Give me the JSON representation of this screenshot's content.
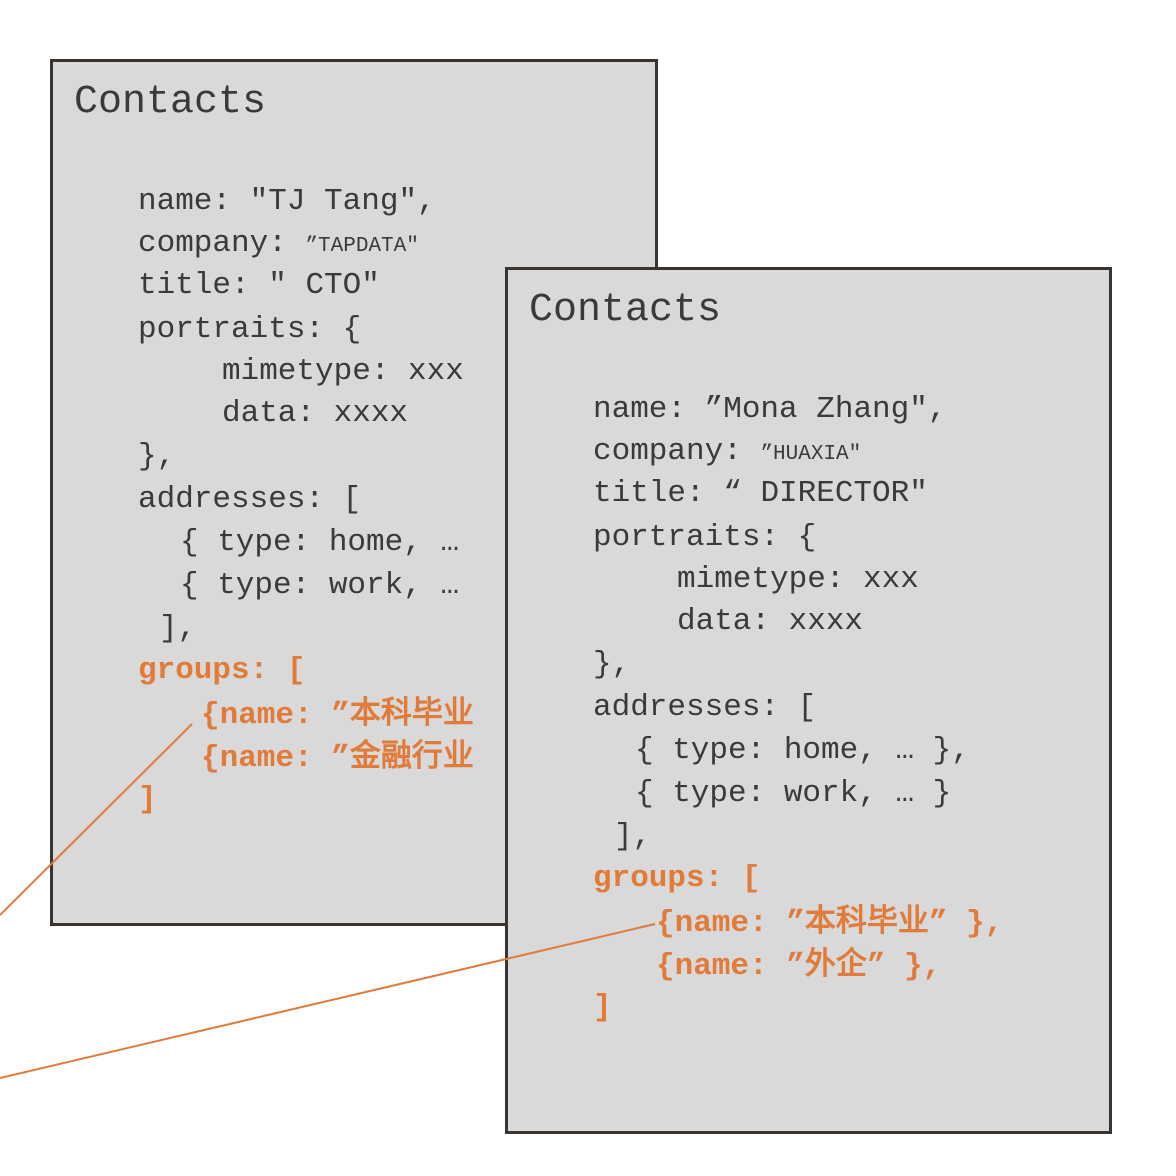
{
  "card1": {
    "title": "Contacts",
    "name_key": "name: ",
    "name_val": "\"TJ Tang\",",
    "company_key": "company: ",
    "company_val": "”TAPDATA\"",
    "title_key": "title: ",
    "title_val": "\" CTO\"",
    "portraits": "portraits: {",
    "mimetype": "mimetype: xxx",
    "data": "data: xxxx",
    "portraits_close": "},",
    "addresses": "addresses: [",
    "addr1": "{ type: home, …",
    "addr2": "{ type: work, …",
    "addresses_close": "],",
    "groups": "groups: [",
    "group1_key": "{name:  ”",
    "group1_val": "本科毕业",
    "group2_key": "{name:  ”",
    "group2_val": "金融行业",
    "groups_close": "]"
  },
  "card2": {
    "title": "Contacts",
    "name_key": "name: ",
    "name_val": "”Mona Zhang\",",
    "company_key": "company: ",
    "company_val": "”HUAXIA\"",
    "title_key": "title: ",
    "title_val": "“ DIRECTOR\"",
    "portraits": "portraits: {",
    "mimetype": "mimetype: xxx",
    "data": "data: xxxx",
    "portraits_close": "},",
    "addresses": "addresses: [",
    "addr1": "{ type: home, … },",
    "addr2": "{ type: work, … }",
    "addresses_close": "],",
    "groups": "groups: [",
    "group1_key": "{name:  ”",
    "group1_val": "本科毕业",
    "group1_end": "” },",
    "group2_key": "{name:  ”",
    "group2_val": "外企",
    "group2_end": "” },",
    "groups_close": "]"
  },
  "colors": {
    "card_fill": "#d9d9d9",
    "card_border": "#3a3430",
    "text": "#3a3a3a",
    "accent": "#e07b39"
  }
}
